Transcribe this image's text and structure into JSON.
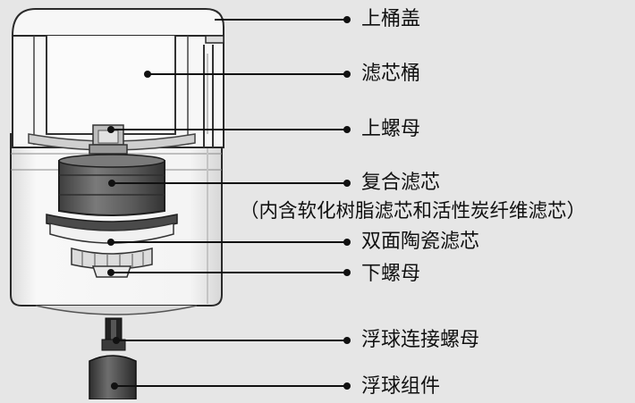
{
  "labels": [
    "上桶盖",
    "滤芯桶",
    "上螺母",
    "复合滤芯",
    "（内含软化树脂滤芯和活性炭纤维滤芯）",
    "双面陶瓷滤芯",
    "下螺母",
    "浮球连接螺母",
    "浮球组件"
  ],
  "colors": {
    "background": "#e6e6e6",
    "housing": "#f7f7f7",
    "outline": "#2a2a2a",
    "filter_dark": "#5a5a5a",
    "leader": "#111111"
  }
}
